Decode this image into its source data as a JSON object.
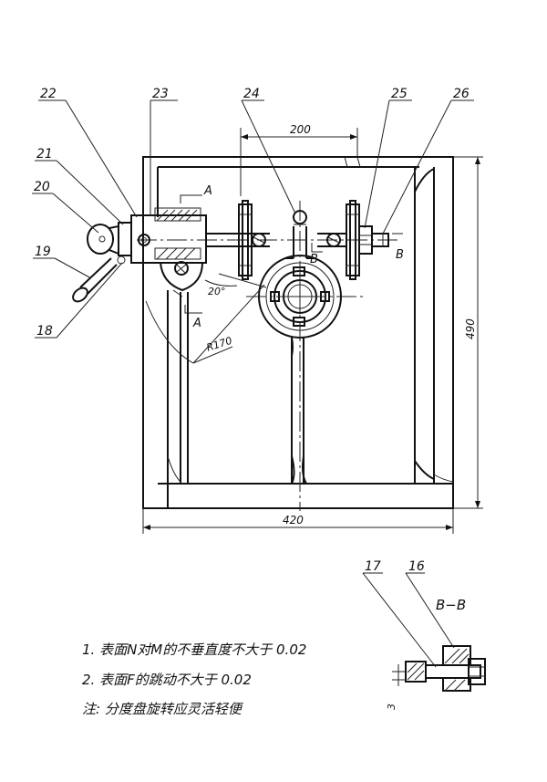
{
  "part_labels": {
    "p16": "16",
    "p17": "17",
    "p18": "18",
    "p19": "19",
    "p20": "20",
    "p21": "21",
    "p22": "22",
    "p23": "23",
    "p24": "24",
    "p25": "25",
    "p26": "26"
  },
  "dimensions": {
    "width_top": "200",
    "width_total": "420",
    "height_total": "490",
    "radius": "R170",
    "angle": "20°",
    "gap": "3"
  },
  "section_marks": {
    "a_top": "A",
    "a_bottom": "A",
    "b_left": "B",
    "b_right": "B"
  },
  "section_view_title": "B−B",
  "notes": [
    "1. 表面N对M的不垂直度不大于 0.02",
    "2. 表面F的跳动不大于 0.02",
    "注:  分度盘旋转应灵活轻便"
  ]
}
